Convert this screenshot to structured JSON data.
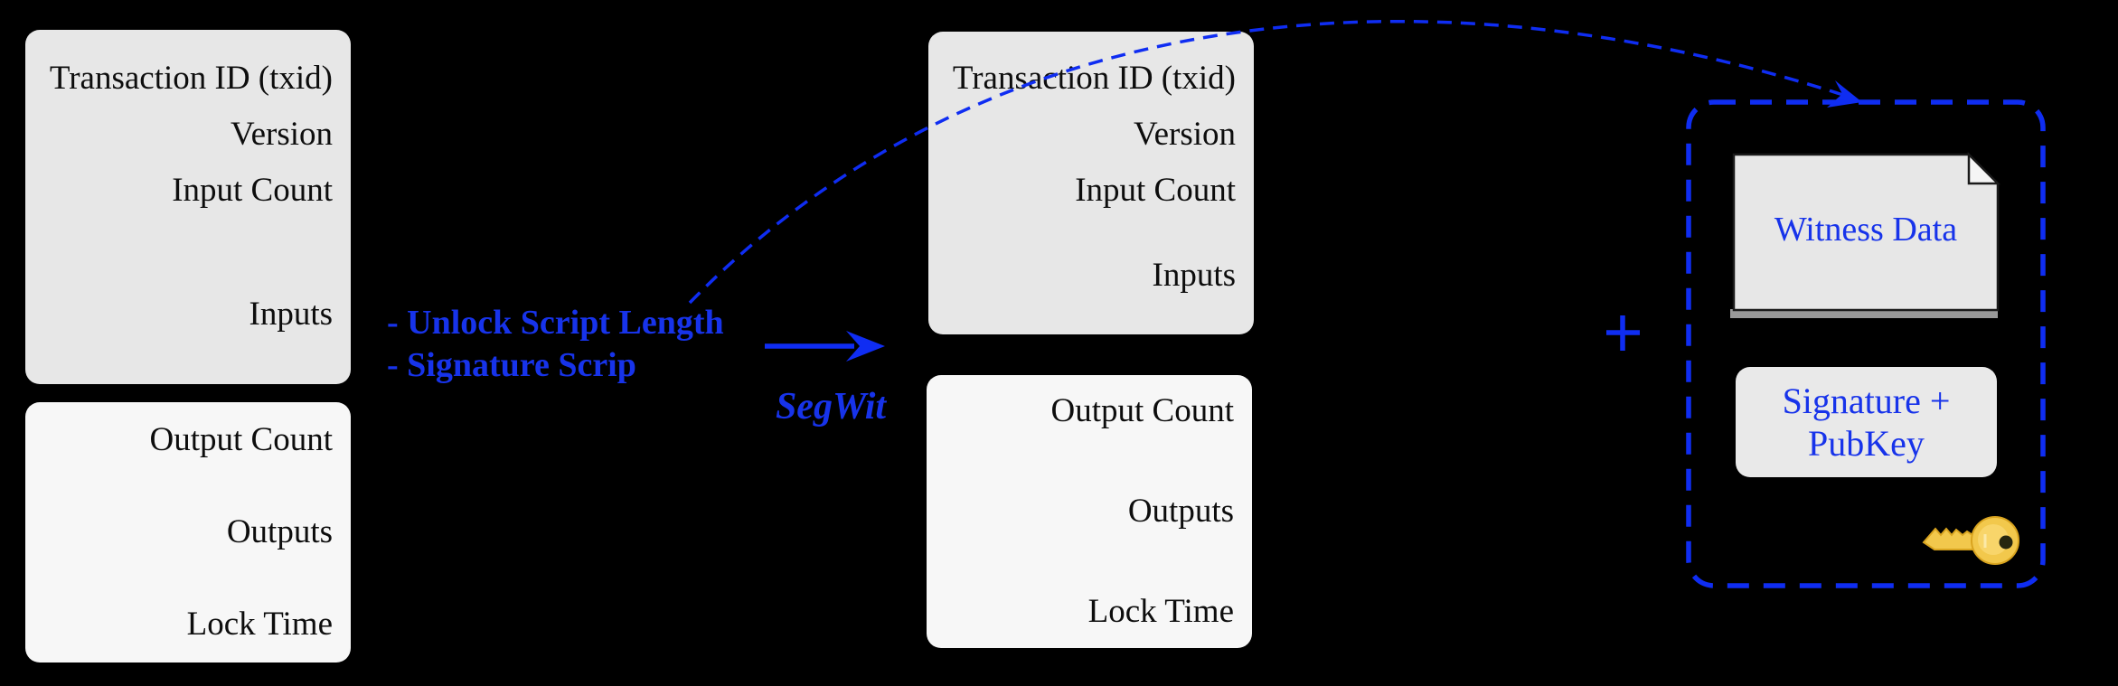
{
  "diagram": {
    "legacy_tx": {
      "fields_top": [
        "Transaction ID (txid)",
        "Version",
        "Input Count"
      ],
      "inputs": "Inputs",
      "fields_bottom": [
        "Output Count",
        "Outputs",
        "Lock Time"
      ]
    },
    "segwit_tx": {
      "fields_top": [
        "Transaction ID (txid)",
        "Version",
        "Input Count"
      ],
      "inputs": "Inputs",
      "fields_bottom": [
        "Output Count",
        "Outputs",
        "Lock Time"
      ]
    },
    "annotations": {
      "removed_items": [
        "- Unlock Script Length",
        "- Signature Scrip"
      ],
      "arrow_label": "SegWit",
      "plus_sign": "+"
    },
    "witness_panel": {
      "document_label": "Witness Data",
      "signature_line1": "Signature +",
      "signature_line2": "PubKey"
    }
  },
  "colors": {
    "accent_blue": "#0f2df2",
    "text_blue": "#1733ea",
    "box_gray": "#e7e7e7",
    "box_light": "#f7f7f7",
    "sig_gray": "#e9e9e9",
    "shadow_gray": "#999999",
    "key_gold": "#f2c84c",
    "key_gold_dark": "#d9a41f",
    "bg_black": "#000000"
  }
}
